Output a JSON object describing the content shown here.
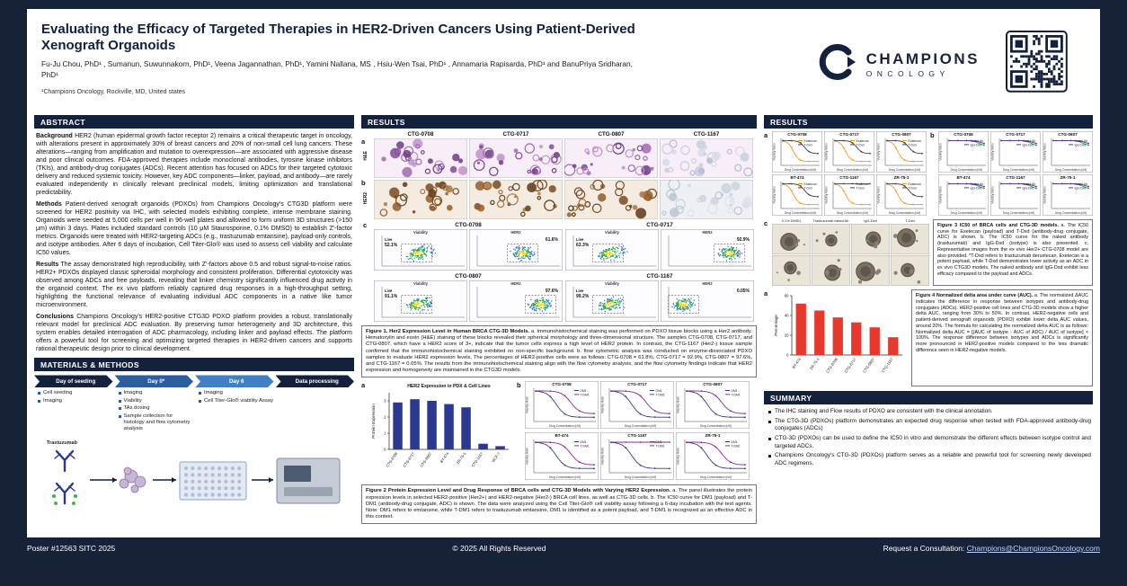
{
  "header": {
    "title": "Evaluating the Efficacy of Targeted Therapies in HER2-Driven Cancers Using Patient-Derived Xenograft Organoids",
    "authors": "Fu-Ju Chou, PhD¹ , Sumanun, Suwunnakorn, PhD¹, Veena Jagannathan, PhD¹, Yamini Nallana, MS , Hsiu-Wen Tsai, PhD¹ , Annamaria Rapisarda, PhD¹ and BanuPriya Sridharan, PhD¹",
    "affiliation": "¹Champions Oncology, Rockville, MD, United states",
    "logo_primary": "CHAMPIONS",
    "logo_secondary": "ONCOLOGY"
  },
  "abstract": {
    "heading": "ABSTRACT",
    "paragraphs": [
      {
        "label": "Background",
        "text": "HER2 (human epidermal growth factor receptor 2) remains a critical therapeutic target in oncology, with alterations present in approximately 30% of breast cancers and 20% of non-small cell lung cancers. These alterations—ranging from amplification and mutation to overexpression—are associated with aggressive disease and poor clinical outcomes. FDA-approved therapies include monoclonal antibodies, tyrosine kinase inhibitors (TKIs), and antibody-drug conjugates (ADCs). Recent attention has focused on ADCs for their targeted cytotoxic delivery and reduced systemic toxicity. However, key ADC components—linker, payload, and antibody—are rarely evaluated independently in clinically relevant preclinical models, limiting optimization and translational predictability."
      },
      {
        "label": "Methods",
        "text": "Patient-derived xenograft organoids (PDXOs) from Champions Oncology's CTG3D platform were screened for HER2 positivity via IHC, with selected models exhibiting complete, intense membrane staining. Organoids were seeded at 5,000 cells per well in 96-well plates and allowed to form uniform 3D structures (>150 μm) within 3 days. Plates included standard controls (10 μM Staurosporine, 0.1% DMSO) to establish Z'-factor metrics. Organoids were treated with HER2-targeting ADCs (e.g., trastuzumab emtansine), payload-only controls, and isotype antibodies. After 6 days of incubation, Cell Titer-Glo® was used to assess cell viability and calculate IC50 values."
      },
      {
        "label": "Results",
        "text": "The assay demonstrated high reproducibility, with Z'-factors above 0.5 and robust signal-to-noise ratios. HER2+ PDXOs displayed classic spheroidal morphology and consistent proliferation. Differential cytotoxicity was observed among ADCs and free payloads, revealing that linker chemistry significantly influenced drug activity in the organoid context. The ex vivo platform reliably captured drug responses in a high-throughput setting, highlighting the functional relevance of evaluating individual ADC components in a native like tumor microenvironment."
      },
      {
        "label": "Conclusions",
        "text": "Champions Oncology's HER2-positive CTG3D PDXO platform provides a robust, translationally relevant model for preclinical ADC evaluation. By preserving tumor heterogeneity and 3D architecture, this system enables detailed interrogation of ADC pharmacology, including linker and payload effects. The platform offers a powerful tool for screening and optimizing targeted therapies in HER2-driven cancers and supports rational therapeutic design prior to clinical development."
      }
    ]
  },
  "methods": {
    "heading": "MATERIALS & METHODS",
    "schematic_label": "Trastuzumab",
    "steps": [
      {
        "label": "Day of seeding",
        "items": [
          "Cell seeding",
          "Imaging"
        ]
      },
      {
        "label": "Day 0*",
        "items": [
          "Imaging",
          "Viability",
          "TAs dosing",
          "Sample collection for histology and flow cytometry analysis"
        ]
      },
      {
        "label": "Day 6",
        "items": [
          "Imaging",
          "Cell Titer-Glo® viability Assay"
        ]
      },
      {
        "label": "Data processing",
        "items": []
      }
    ]
  },
  "results_mid": {
    "heading": "RESULTS"
  },
  "results_right": {
    "heading": "RESULTS"
  },
  "figure1": {
    "letters": [
      "a",
      "b",
      "c"
    ],
    "models": [
      "CTG-0708",
      "CTG-0717",
      "CTG-0807",
      "CTG-1167"
    ],
    "stain_rows": [
      "H&E",
      "HER2"
    ],
    "flow_panel_titles": [
      "Viability",
      "HER2"
    ],
    "live_label": "Live",
    "flow": [
      {
        "model": "CTG-0708",
        "live": "52.1%",
        "her2": "61.6%"
      },
      {
        "model": "CTG-0717",
        "live": "63.3%",
        "her2": "92.9%"
      },
      {
        "model": "CTG-0807",
        "live": "91.1%",
        "her2": "97.6%"
      },
      {
        "model": "CTG-1167",
        "live": "99.2%",
        "her2": "0.05%"
      }
    ],
    "caption_title": "Figure 1. Her2 Expression Level in Human BRCA CTG-3D Models.",
    "caption": "a. Immunohistochemical staining was performed on PDXO tissue blocks using a Her2 antibody. Hematoxylin and eosin (H&E) staining of these blocks revealed their spherical morphology and three-dimensional structure. The samples CTG-0708, CTG-0717, and CTG-0807, which have a HER2 score of 3+, indicate that the tumor cells express a high level of HER2 protein. In contrast, the CTG-1167 (Her2-) tissue sample confirmed that the immunohistochemical staining exhibited no non-specific background. b. flow cytometric analysis was conducted on enzyme-dissociated PDXO samples to evaluate HER2 expression levels. The percentages of HER2-positive cells were as follows: CTG-0708 = 61.8%, CTG-0717 = 92.9%, CTG-0807 = 97.6%, and CTG-1167 = 0.05%. The results from the immunohistochemical staining align with the flow cytometry analysis, and the flow cytometry findings indicate that HER2 expression and homogeneity are maintained in the CTG3D models."
  },
  "figure2": {
    "letters": [
      "a",
      "b"
    ],
    "caption_title": "Figure 2 Protein Expression Level and Drug Response of BRCA cells and CTG-3D Models with Varying HER2 Expression.",
    "caption": "a. The panel illustrates the protein expression levels in selected HER2-positive (Her2+) and HER2-negative (Her2-) BRCA cell lines, as well as CTG-3D cells. b. The IC50 curve for DM1 (payload) and T-DM1 (antibody-drug conjugate, ADC) is shown. The data were analyzed using the Cell Titer-Glo® cell viability assay following a 6-day incubation with the test agents. Note: DM1 refers to emtansine, while T-DM1 refers to trastuzumab emtansine. DM1 is identified as a potent payload, and T-DM1 is recognized as an effective ADC in this context."
  },
  "figure3": {
    "letters": [
      "a",
      "b",
      "c"
    ],
    "organoid_cols": [
      "0.1% DMSO",
      "Trastuzumab naked Ab",
      "IgG-Dxd",
      "T-Dxd"
    ],
    "caption_title": "Figure 3 IC50 of BRCA cells and CTG-3D models.",
    "caption": "a. The IC50 curve for Exetecan (payload) and T-Dxd (antibody-drug conjugate, ADC) is shown. b. The IC50 curve for the naked antibody (trastuzumab) and IgG-Dxd (isotype) is also presented. c. Representative images from the ex vivo Her2+ CTG-0708 model are also provided. *T-Dxd refers to trastuzumab deruxtecan. Exetecan is a potent payload, while T-Dxd demonstrates lower activity as an ADC in ex vivo CTG3D models. The naked antibody and IgG-Dxd exhibit less efficacy compared to the payload and ADCs."
  },
  "figure4": {
    "letter": "a",
    "caption_title": "Figure 4 Normalized delta area under curve (AUC).",
    "caption": "a. The normalized ΔAUC indicates the difference in response between isotypes and antibody-drug conjugates (ADCs). HER2-positive cell lines and CTG-3D models show a higher delta AUC, ranging from 30% to 50%. In contrast, HER2-negative cells and patient-derived xenograft organoids (PDXO) exhibit lower delta AUC values, around 20%. The formula for calculating the normalized delta AUC is as follows: Normalized delta AUC = [(AUC of isotype - AUC of ADC) / AUC of isotype] × 100%. The response difference between isotypes and ADCs is significantly more pronounced in HER2-positive models compared to the less dramatic difference seen in HER2-negative models."
  },
  "summary": {
    "heading": "SUMMARY",
    "bullets": [
      "The IHC staining and Flow results of PDXO are consistent with the clinical annotation.",
      "The CTG-3D (PDXOs) platform demonstrates an expected drug response when tested with FDA-approved antibody-drug conjugates (ADCs)",
      "CTG-3D (PDXOs) can be used to define the IC50 in vitro and demonstrate the different effects between isotype control and targeted ADCs.",
      "Champions Oncology's CTG-3D (PDXOs) platform serves as a reliable and powerful tool for screening newly developed ADC regimens."
    ]
  },
  "footer": {
    "left": "Poster #12563 SITC 2025",
    "center": "© 2025 All Rights Reserved",
    "right_label": "Request a Consultation:",
    "right_link": "Champions@ChampionsOncology.com"
  },
  "chart_data": [
    {
      "id": "fig2a",
      "type": "bar",
      "title": "HER2 Expression in PDX & Cell Lines",
      "ylabel": "Protein Expression",
      "categories": [
        "CTG-0708",
        "CTG-0717",
        "CTG-0807",
        "BT-474",
        "ZR-75-1",
        "CTG-1167",
        "MCF-7"
      ],
      "values": [
        2.9,
        3.1,
        3.0,
        2.8,
        2.6,
        0.35,
        0.2
      ],
      "ylim": [
        0,
        3.5
      ],
      "color": "#2b3990"
    },
    {
      "id": "fig2b",
      "type": "line",
      "xlabel": "Drug Concentration (nM)",
      "ylabel": "Viability Ratio",
      "panels": [
        "CTG-0708",
        "CTG-0717",
        "CTG-0807",
        "BT-474",
        "CTG-1167",
        "ZR-75-1"
      ],
      "series": [
        "DM1",
        "T-DM1"
      ],
      "colors": [
        "#2b3990",
        "#92278f"
      ],
      "series_params": [
        [
          0.35,
          0.1
        ],
        [
          0.6,
          0.22
        ]
      ],
      "flat_second_panels": [
        "CTG-1167"
      ]
    },
    {
      "id": "fig3a",
      "type": "line",
      "xlabel": "Drug Concentration (nM)",
      "ylabel": "Viability Ratio",
      "panels": [
        "CTG-0708",
        "CTG-0717",
        "CTG-0807",
        "BT-474",
        "CTG-1167",
        "ZR-75-1"
      ],
      "series": [
        "Exatecan",
        "T-Dxd"
      ],
      "colors": [
        "#f7941d",
        "#414042"
      ],
      "series_params": [
        [
          0.3,
          0.12
        ],
        [
          0.62,
          0.45
        ]
      ],
      "flat_second_panels": [
        "CTG-1167"
      ]
    },
    {
      "id": "fig3b",
      "type": "line",
      "xlabel": "Drug Concentration (nM)",
      "ylabel": "Viability Ratio",
      "panels": [
        "CTG-0708",
        "CTG-0717",
        "CTG-0807",
        "BT-474",
        "CTG-1167",
        "ZR-75-1"
      ],
      "series": [
        "Naked Ab",
        "IgG-Dxd"
      ],
      "colors": [
        "#00a651",
        "#662d91"
      ],
      "series_params": [
        [
          0.85,
          0.78
        ],
        [
          0.9,
          0.85
        ]
      ],
      "flat_second_panels": []
    },
    {
      "id": "fig4",
      "type": "bar",
      "title": "",
      "ylabel": "Percentage",
      "categories": [
        "BT-474",
        "ZR-75-1",
        "CTG-0708",
        "CTG-0717",
        "CTG-0807",
        "CTG-1167"
      ],
      "values": [
        52,
        45,
        38,
        33,
        28,
        18
      ],
      "ylim": [
        0,
        60
      ],
      "color": "#e8372c"
    }
  ]
}
